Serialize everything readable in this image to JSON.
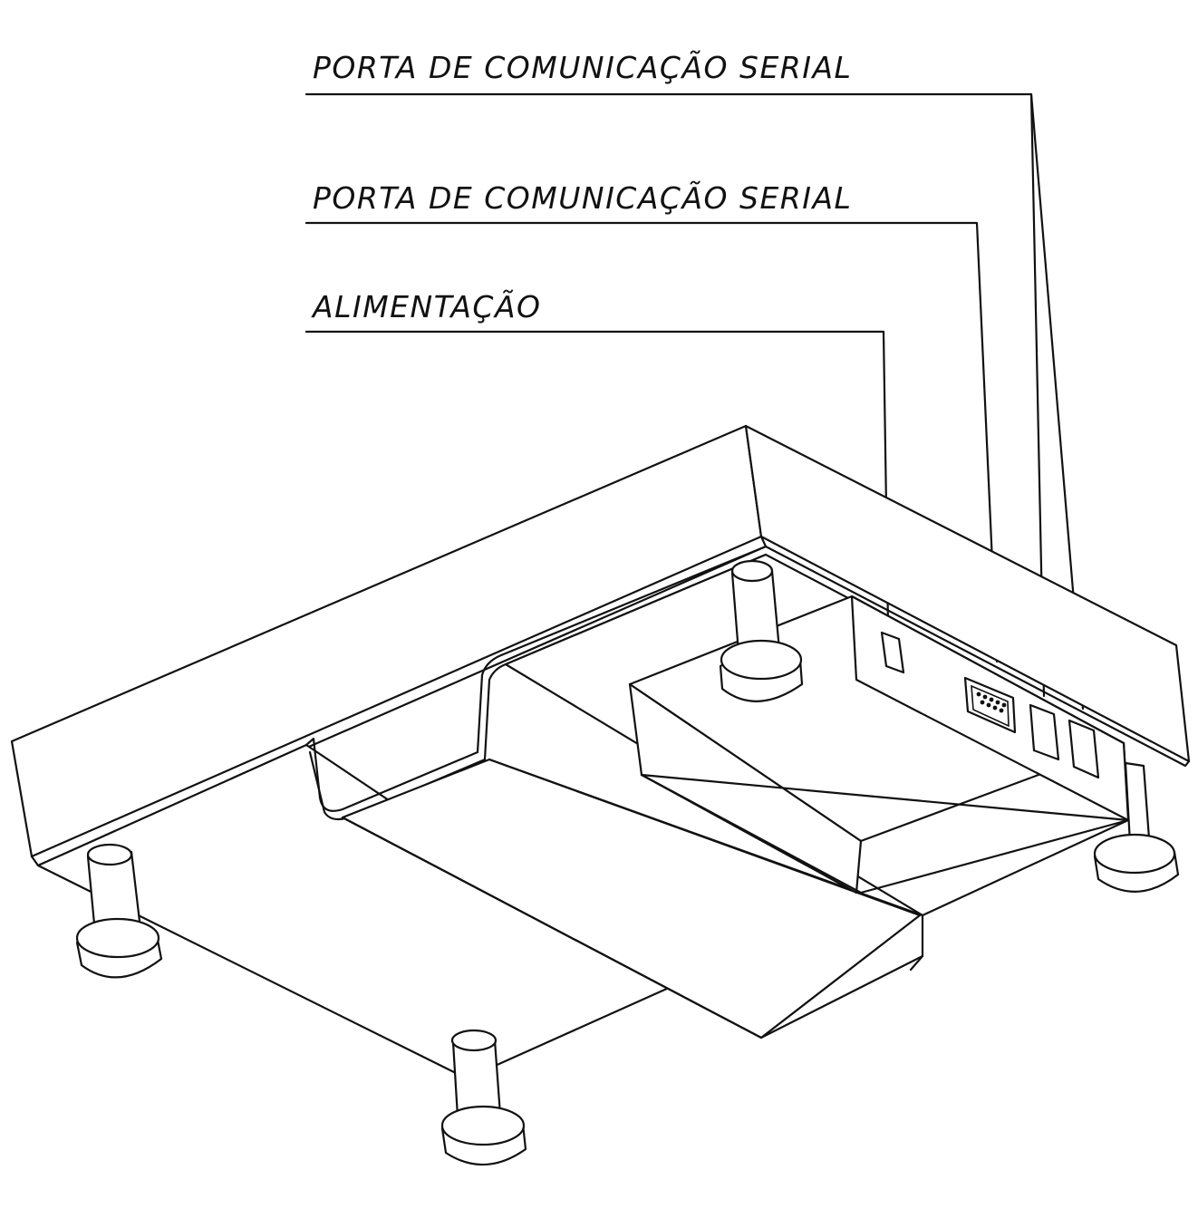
{
  "callouts": [
    {
      "id": "serial-port-1",
      "text": "PORTA DE COMUNICAÇÃO SERIAL"
    },
    {
      "id": "serial-port-2",
      "text": "PORTA DE COMUNICAÇÃO SERIAL"
    },
    {
      "id": "power",
      "text": "ALIMENTAÇÃO"
    }
  ],
  "colors": {
    "ink": "#111111",
    "paper": "#ffffff"
  }
}
